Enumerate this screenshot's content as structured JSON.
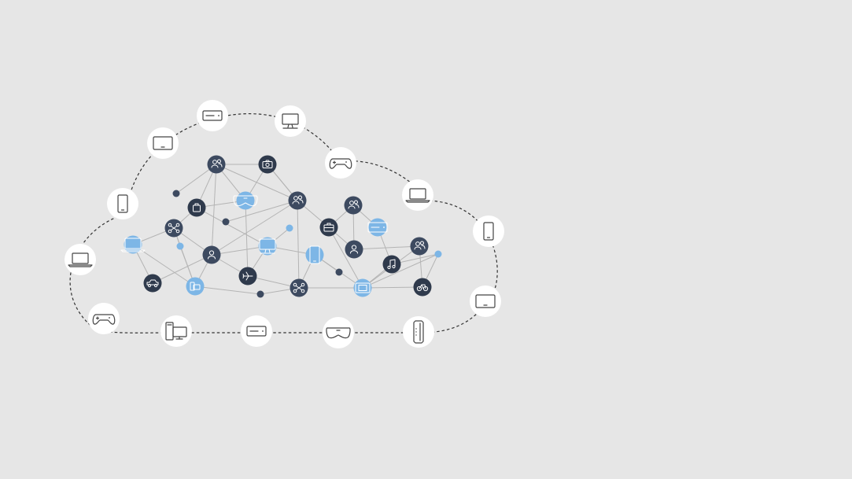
{
  "colors": {
    "background": "#e6e6e6",
    "node_dark": "#3d4a60",
    "node_darker": "#2f3a4c",
    "node_light": "#7db6e6",
    "edge": "#b4b4b4",
    "cloud_outline": "#333333",
    "device_circle": "#ffffff",
    "device_icon": "#444444"
  },
  "outer_devices": [
    {
      "name": "server-icon"
    },
    {
      "name": "monitor-icon"
    },
    {
      "name": "tablet-landscape-icon"
    },
    {
      "name": "gamepad-icon"
    },
    {
      "name": "laptop-icon"
    },
    {
      "name": "phone-icon"
    },
    {
      "name": "phone-icon"
    },
    {
      "name": "laptop-icon"
    },
    {
      "name": "tablet-landscape-icon"
    },
    {
      "name": "gamepad-icon"
    },
    {
      "name": "desktop-tower-icon"
    },
    {
      "name": "server-icon"
    },
    {
      "name": "vr-headset-icon"
    },
    {
      "name": "console-icon"
    }
  ],
  "network_nodes": [
    {
      "name": "users-icon",
      "tone": "dark"
    },
    {
      "name": "camera-icon",
      "tone": "darker"
    },
    {
      "name": "bag-icon",
      "tone": "darker"
    },
    {
      "name": "vr-headset-icon",
      "tone": "light"
    },
    {
      "name": "users-icon",
      "tone": "dark"
    },
    {
      "name": "users-icon",
      "tone": "dark"
    },
    {
      "name": "drone-icon",
      "tone": "dark"
    },
    {
      "name": "briefcase-icon",
      "tone": "darker"
    },
    {
      "name": "server-icon",
      "tone": "light"
    },
    {
      "name": "laptop-icon",
      "tone": "light"
    },
    {
      "name": "user-icon",
      "tone": "dark"
    },
    {
      "name": "monitor-icon",
      "tone": "light"
    },
    {
      "name": "phone-icon",
      "tone": "light"
    },
    {
      "name": "user-icon",
      "tone": "dark"
    },
    {
      "name": "users-icon",
      "tone": "dark"
    },
    {
      "name": "music-icon",
      "tone": "darker"
    },
    {
      "name": "car-icon",
      "tone": "darker"
    },
    {
      "name": "devices-icon",
      "tone": "light"
    },
    {
      "name": "plane-icon",
      "tone": "darker"
    },
    {
      "name": "drone-icon",
      "tone": "dark"
    },
    {
      "name": "tablet-icon",
      "tone": "light"
    },
    {
      "name": "bike-icon",
      "tone": "darker"
    }
  ],
  "small_dots": [
    {
      "tone": "dark"
    },
    {
      "tone": "dark"
    },
    {
      "tone": "light"
    },
    {
      "tone": "light"
    },
    {
      "tone": "dark"
    },
    {
      "tone": "dark"
    },
    {
      "tone": "light"
    }
  ]
}
